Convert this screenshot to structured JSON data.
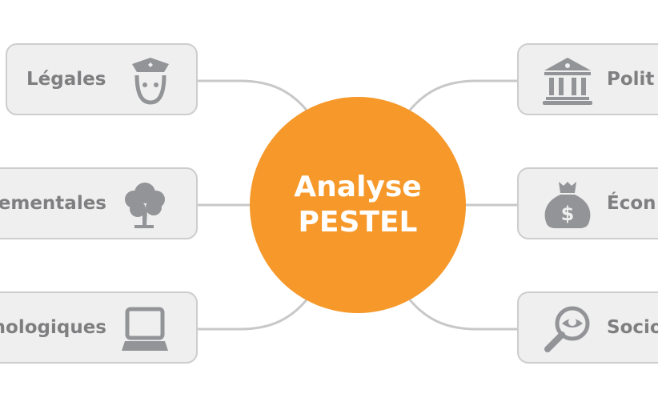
{
  "hub": {
    "line1": "Analyse",
    "line2": "PESTEL"
  },
  "colors": {
    "hub": "#f6982a",
    "box": "#efefef",
    "border": "#cdcdcd",
    "text": "#7f7f81",
    "icon": "#939497"
  },
  "left": [
    {
      "label": "Légales",
      "icon": "police-officer-icon"
    },
    {
      "label": "ementales",
      "icon": "tree-icon"
    },
    {
      "label": "nologiques",
      "icon": "laptop-icon"
    }
  ],
  "right": [
    {
      "label": "Polit",
      "icon": "government-building-icon"
    },
    {
      "label": "Écon",
      "icon": "money-bag-icon"
    },
    {
      "label": "Socio",
      "icon": "magnifier-eye-icon"
    }
  ]
}
